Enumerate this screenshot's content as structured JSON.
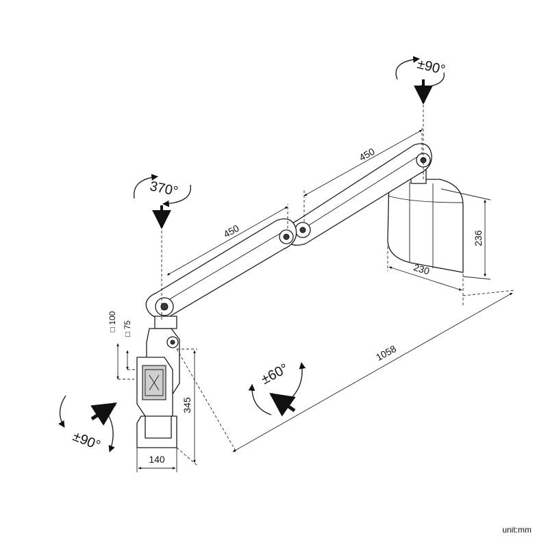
{
  "diagram": {
    "unit_label": "unit:mm",
    "colors": {
      "stroke": "#1a1a1a",
      "shade": "#cfcfcf",
      "background": "#ffffff"
    },
    "dimensions": {
      "upper_arm": "450",
      "lower_arm": "450",
      "base_height": "236",
      "base_width": "230",
      "total_reach": "1058",
      "head_height": "345",
      "head_width": "140"
    },
    "vesa": {
      "large": "□ 100",
      "small": "□ 75"
    },
    "rotations": {
      "base_swivel": "±90°",
      "elbow_swivel": "370°",
      "tilt": "±60°",
      "rotate": "±90°"
    }
  }
}
